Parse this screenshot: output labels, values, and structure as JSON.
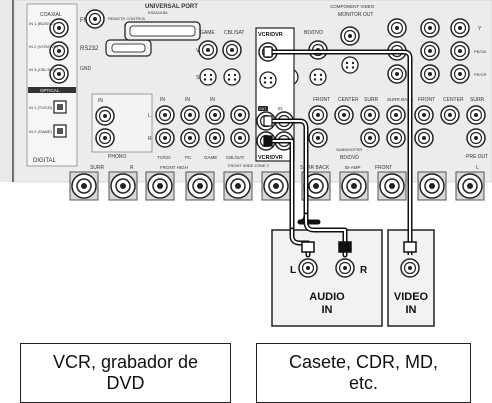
{
  "panel": {
    "left_inputs": [
      "COAXIAL",
      "IN 1 (BD/DVD)",
      "IN 2 (VCR/DVR)",
      "IN 3 (CBL/SAT)",
      "OPTICAL",
      "IN 1 (TV/CD)",
      "IN 2 (GAME)",
      "DIGITAL"
    ],
    "fm_label": "FM",
    "remote_label": "REMOTE CONTROL",
    "rs232_label": "RS232",
    "gnd_label": "GND",
    "universal_port": "UNIVERSAL PORT",
    "universal_sub": "ESDA/ULBA",
    "component_video": "COMPONENT VIDEO",
    "monitor_out": "MONITOR OUT",
    "video_row": [
      "GAME",
      "CBL/SAT",
      "VCR/DVR",
      "BD/DVD"
    ],
    "audio_row": [
      "TV/CD",
      "PC",
      "GAME",
      "CBL/SAT",
      "VCR/DVR"
    ],
    "phono_label": "PHONO",
    "out_label": "OUT",
    "in_labels": [
      "IN",
      "IN",
      "IN",
      "IN"
    ],
    "l_label": "L",
    "r_label": "R",
    "front_label": "FRONT",
    "center_label": "CENTER",
    "surr_label": "SURR",
    "surr_back_label": "SURR BACK",
    "subwoofer_label": "SUBWOOFER",
    "preout_label": "PRE OUT",
    "zone2_label": "FRONT WIDE ZONE 2",
    "front_high_label": "FRONT HIGH",
    "bd_dvd_label": "BD/DVD",
    "bi_amp_label": "BI-AMP",
    "surr_bottom": "SURR",
    "r_bottom": "R",
    "l_bottom": "L",
    "speaker_labels": [
      "Y",
      "PB/CB",
      "PR/CR"
    ],
    "side_labels": [
      "V",
      "S"
    ]
  },
  "device": {
    "audio_l": "L",
    "audio_r": "R",
    "audio_caption_1": "AUDIO",
    "audio_caption_2": "IN",
    "video_caption_1": "VIDEO",
    "video_caption_2": "IN"
  },
  "boxes": {
    "vcr_line1": "VCR, grabador de",
    "vcr_line2": "DVD",
    "cas_line1": "Casete, CDR, MD,",
    "cas_line2": "etc."
  }
}
